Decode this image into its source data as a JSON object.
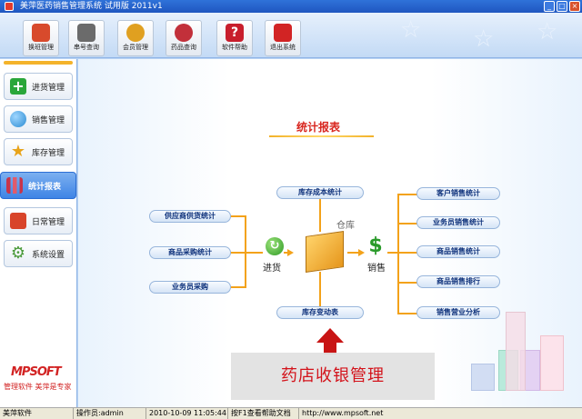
{
  "window": {
    "title": "美萍医药销售管理系统 试用版 2011v1"
  },
  "toolbar": {
    "buttons": [
      {
        "label": "换班管理",
        "icon": "user-swap-icon",
        "color": "#d84a2c"
      },
      {
        "label": "串号查询",
        "icon": "barcode-search-icon",
        "color": "#6b6b6b"
      },
      {
        "label": "会员管理",
        "icon": "members-icon",
        "color": "#e0a020"
      },
      {
        "label": "药品查询",
        "icon": "magnify-icon",
        "color": "#c2303a"
      },
      {
        "label": "软件帮助",
        "icon": "help-icon",
        "color": "#c81e2c"
      },
      {
        "label": "退出系统",
        "icon": "exit-icon",
        "color": "#d22424"
      }
    ]
  },
  "sidebar": {
    "items": [
      {
        "label": "进货管理",
        "icon": "plus-icon",
        "color": "#2aa63a"
      },
      {
        "label": "销售管理",
        "icon": "globe-icon",
        "color": "#2b8bd2"
      },
      {
        "label": "库存管理",
        "icon": "star-icon",
        "color": "#e8a319"
      },
      {
        "label": "统计报表",
        "icon": "bar-chart-icon",
        "color": "#c8344a",
        "active": true
      },
      {
        "label": "日常管理",
        "icon": "calendar-icon",
        "color": "#d8442a"
      },
      {
        "label": "系统设置",
        "icon": "gear-icon",
        "color": "#4a9a3a"
      }
    ],
    "logo": "MPSOFT",
    "slogan": "管理软件 美萍是专家"
  },
  "main": {
    "title": "统计报表",
    "inbound_label": "进货",
    "warehouse_label": "仓库",
    "sales_label": "销售",
    "left_boxes": [
      "供应商供货统计",
      "商品采购统计",
      "业务员采购"
    ],
    "top_box": "库存成本统计",
    "bottom_box": "库存变动表",
    "right_boxes": [
      "客户销售统计",
      "业务员销售统计",
      "商品销售统计",
      "商品销售排行",
      "销售营业分析"
    ],
    "banner": "药店收银管理"
  },
  "status": {
    "app": "美萍软件",
    "operator": "操作员:admin",
    "datetime": "2010-10-09 11:05:44",
    "help": "按F1查看帮助文档",
    "url": "http://www.mpsoft.net"
  },
  "colors": {
    "accent": "#f3a21a",
    "title_red": "#d8261f",
    "box_text": "#0b2f7a"
  }
}
